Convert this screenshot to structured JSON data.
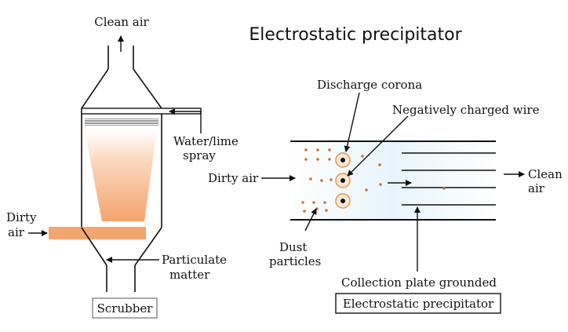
{
  "title": "Electrostatic precipitator",
  "scrubber": {
    "labels": {
      "clean_air": "Clean air",
      "water_lime_line1": "Water/lime",
      "water_lime_line2": "spray",
      "dirty_air_line1": "Dirty",
      "dirty_air_line2": "air",
      "particulate_line1": "Particulate",
      "particulate_line2": "matter",
      "caption": "Scrubber"
    }
  },
  "precipitator": {
    "labels": {
      "discharge_corona": "Discharge corona",
      "negatively_charged_wire": "Negatively charged wire",
      "dirty_air": "Dirty air",
      "clean_air_line1": "Clean",
      "clean_air_line2": "air",
      "dust_line1": "Dust",
      "dust_line2": "particles",
      "collection_plate": "Collection plate grounded",
      "caption": "Electrostatic precipitator"
    }
  },
  "colors": {
    "outline": "#111111",
    "spray_orange": "#f4a46e",
    "duct_blue": "#e6f3fb",
    "corona_ring": "#f3b07a",
    "dust_dot": "#c8743a"
  }
}
